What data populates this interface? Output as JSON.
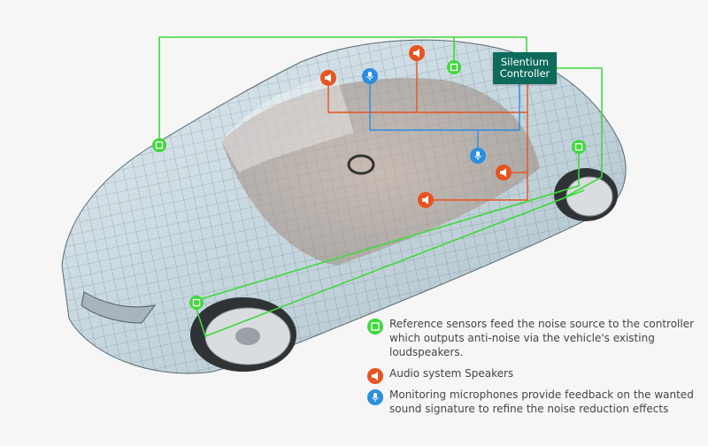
{
  "controller": {
    "line1": "Silentium",
    "line2": "Controller"
  },
  "legend": {
    "items": [
      {
        "icon": "chip-icon",
        "color": "#3fd93a",
        "text": "Reference sensors feed the noise source to the controller which outputs anti-noise via the vehicle's existing loudspeakers."
      },
      {
        "icon": "speaker-icon",
        "color": "#e8531f",
        "text": "Audio system Speakers"
      },
      {
        "icon": "microphone-icon",
        "color": "#2a8ee0",
        "text": "Monitoring microphones provide feedback on the wanted sound signature to refine the noise reduction effects"
      }
    ]
  },
  "colors": {
    "sensor": "#3fd93a",
    "speaker": "#e8531f",
    "microphone": "#2a8ee0",
    "controller": "#0e6b5c",
    "background": "#f6f6f6"
  }
}
